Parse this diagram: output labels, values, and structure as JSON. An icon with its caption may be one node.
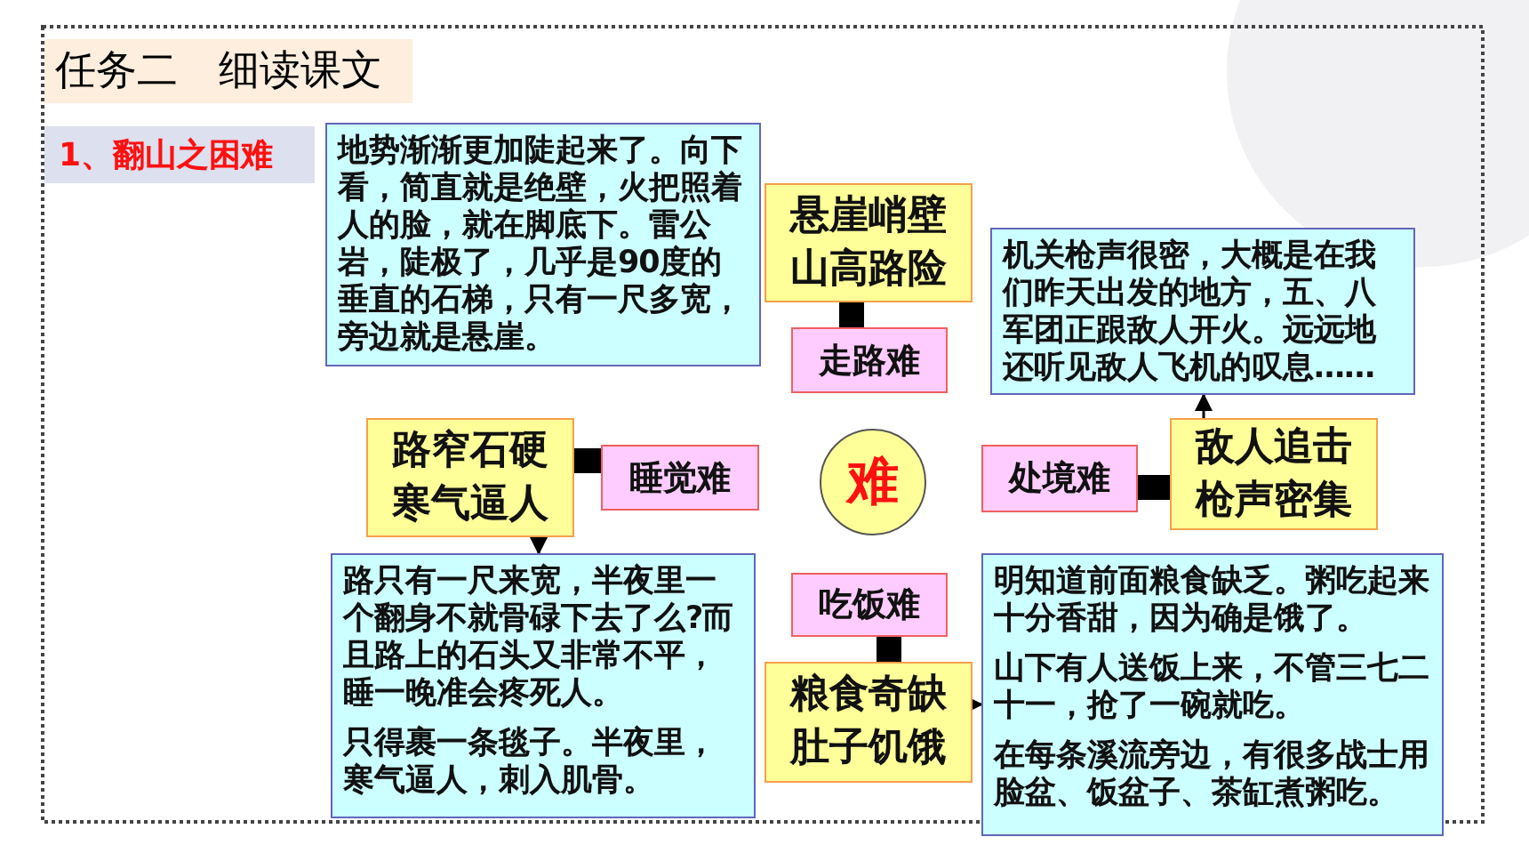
{
  "diagram": {
    "title": "任务二　细读课文",
    "nodes": [
      {
        "text": [
          "1、翻山之困难"
        ]
      },
      {
        "text": [
          "地势渐渐更加陡起来了。向下看，简直就是绝壁，火把照着人的脸，就在脚底下。雷公岩，陡极了，几乎是90度的垂直的石梯，只有一尺多宽，旁边就是悬崖。"
        ]
      },
      {
        "text": [
          "悬崖峭壁山高路险"
        ]
      },
      {
        "text": [
          "走路难"
        ]
      },
      {
        "text": [
          "机关枪声很密，大概是在我们昨天出发的地方，五、八军团正跟敌人开火。远远地还听见敌人飞机的叹息……"
        ]
      },
      {
        "text": [
          "路窄石硬寒气逼人"
        ]
      },
      {
        "text": [
          "睡觉难"
        ]
      },
      {
        "text": [
          "难"
        ]
      },
      {
        "text": [
          "处境难"
        ]
      },
      {
        "text": [
          "敌人追击枪声密集"
        ]
      },
      {
        "text": [
          "路只有一尺来宽，半夜里一个翻身不就骨碌下去了么?而且路上的石头又非常不平，睡一晚准会疼死人。",
          "只得裹一条毯子。半夜里，寒气逼人，刺入肌骨。"
        ]
      },
      {
        "text": [
          "吃饭难"
        ]
      },
      {
        "text": [
          "粮食奇缺肚子饥饿"
        ]
      },
      {
        "text": [
          "明知道前面粮食缺乏。粥吃起来十分香甜，因为确是饿了。",
          "山下有人送饭上来，不管三七二十一，抢了一碗就吃。",
          "在每条溪流旁边，有很多战士用脸盆、饭盆子、茶缸煮粥吃。"
        ]
      }
    ],
    "edges": [
      {
        "from": 2,
        "to": 3,
        "arrow": "none"
      },
      {
        "from": 5,
        "to": 6,
        "arrow": "none"
      },
      {
        "from": 8,
        "to": 9,
        "arrow": "none"
      },
      {
        "from": 11,
        "to": 12,
        "arrow": "none"
      },
      {
        "from": 9,
        "to": 4,
        "arrow": "to"
      },
      {
        "from": 5,
        "to": 10,
        "arrow": "to"
      },
      {
        "from": 12,
        "to": 13,
        "arrow": "to"
      }
    ]
  }
}
